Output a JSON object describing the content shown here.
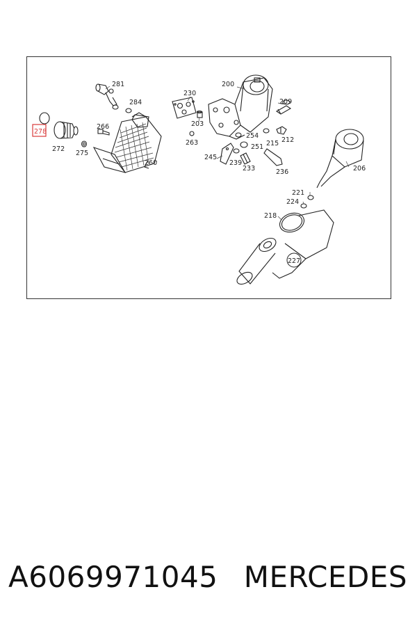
{
  "diagram": {
    "labels": {
      "l200": "200",
      "l203": "203",
      "l206": "206",
      "l209": "209",
      "l212": "212",
      "l215": "215",
      "l218": "218",
      "l221": "221",
      "l224": "224",
      "l227": "227",
      "l230": "230",
      "l233": "233",
      "l236": "236",
      "l239": "239",
      "l245": "245",
      "l251": "251",
      "l254": "254",
      "l260": "260",
      "l263": "263",
      "l266": "266",
      "l272": "272",
      "l275": "275",
      "l278": "278",
      "l281": "281",
      "l284": "284"
    },
    "highlight_color": "#d93a3a"
  },
  "footer": {
    "part_number": "A6069971045",
    "brand": "MERCEDES"
  }
}
